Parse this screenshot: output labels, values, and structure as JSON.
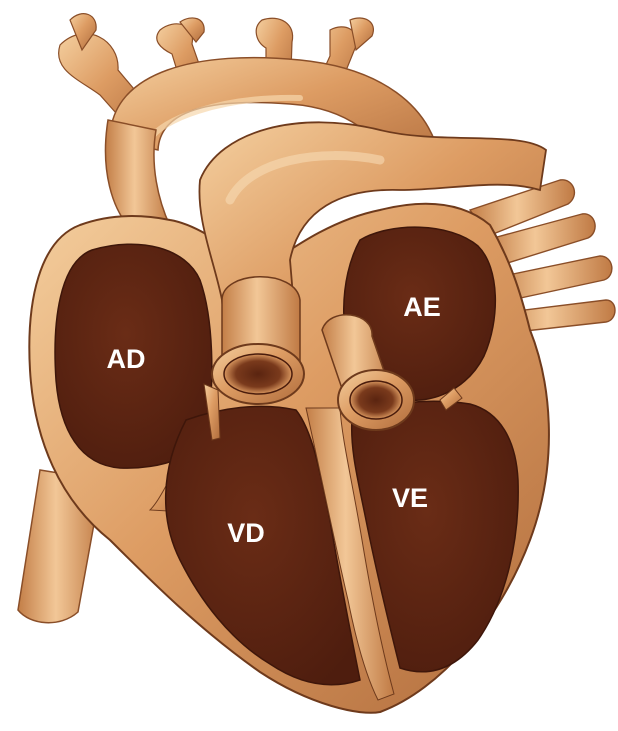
{
  "labels": {
    "right_atrium": "AD",
    "left_atrium": "AE",
    "right_ventricle": "VD",
    "left_ventricle": "VE"
  },
  "colors": {
    "tissue": "#d8965e",
    "tissue_light": "#f2c898",
    "tissue_dark": "#a9663a",
    "chamber": "#5b2412",
    "outline": "#6e3a1c",
    "label": "#ffffff",
    "background": "#ffffff"
  }
}
